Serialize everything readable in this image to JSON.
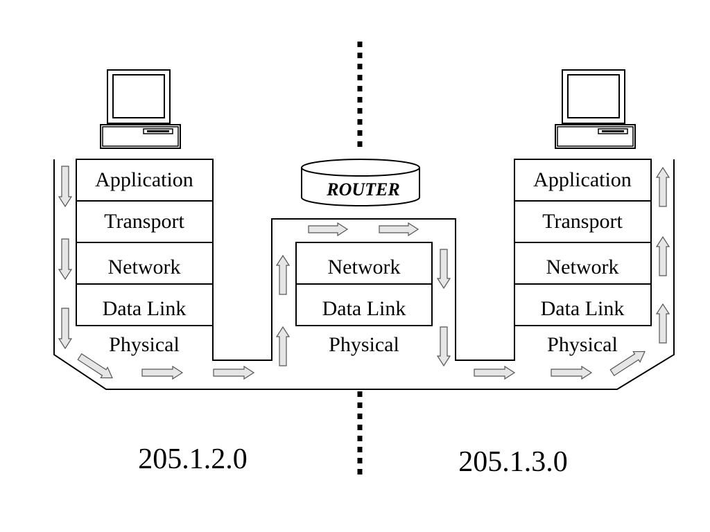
{
  "left_stack": {
    "layers": [
      "Application",
      "Transport",
      "Network",
      "Data Link"
    ],
    "physical": "Physical"
  },
  "router": {
    "label": "ROUTER",
    "layers": [
      "Network",
      "Data Link"
    ],
    "physical": "Physical"
  },
  "right_stack": {
    "layers": [
      "Application",
      "Transport",
      "Network",
      "Data Link"
    ],
    "physical": "Physical"
  },
  "networks": {
    "left": "205.1.2.0",
    "right": "205.1.3.0"
  }
}
